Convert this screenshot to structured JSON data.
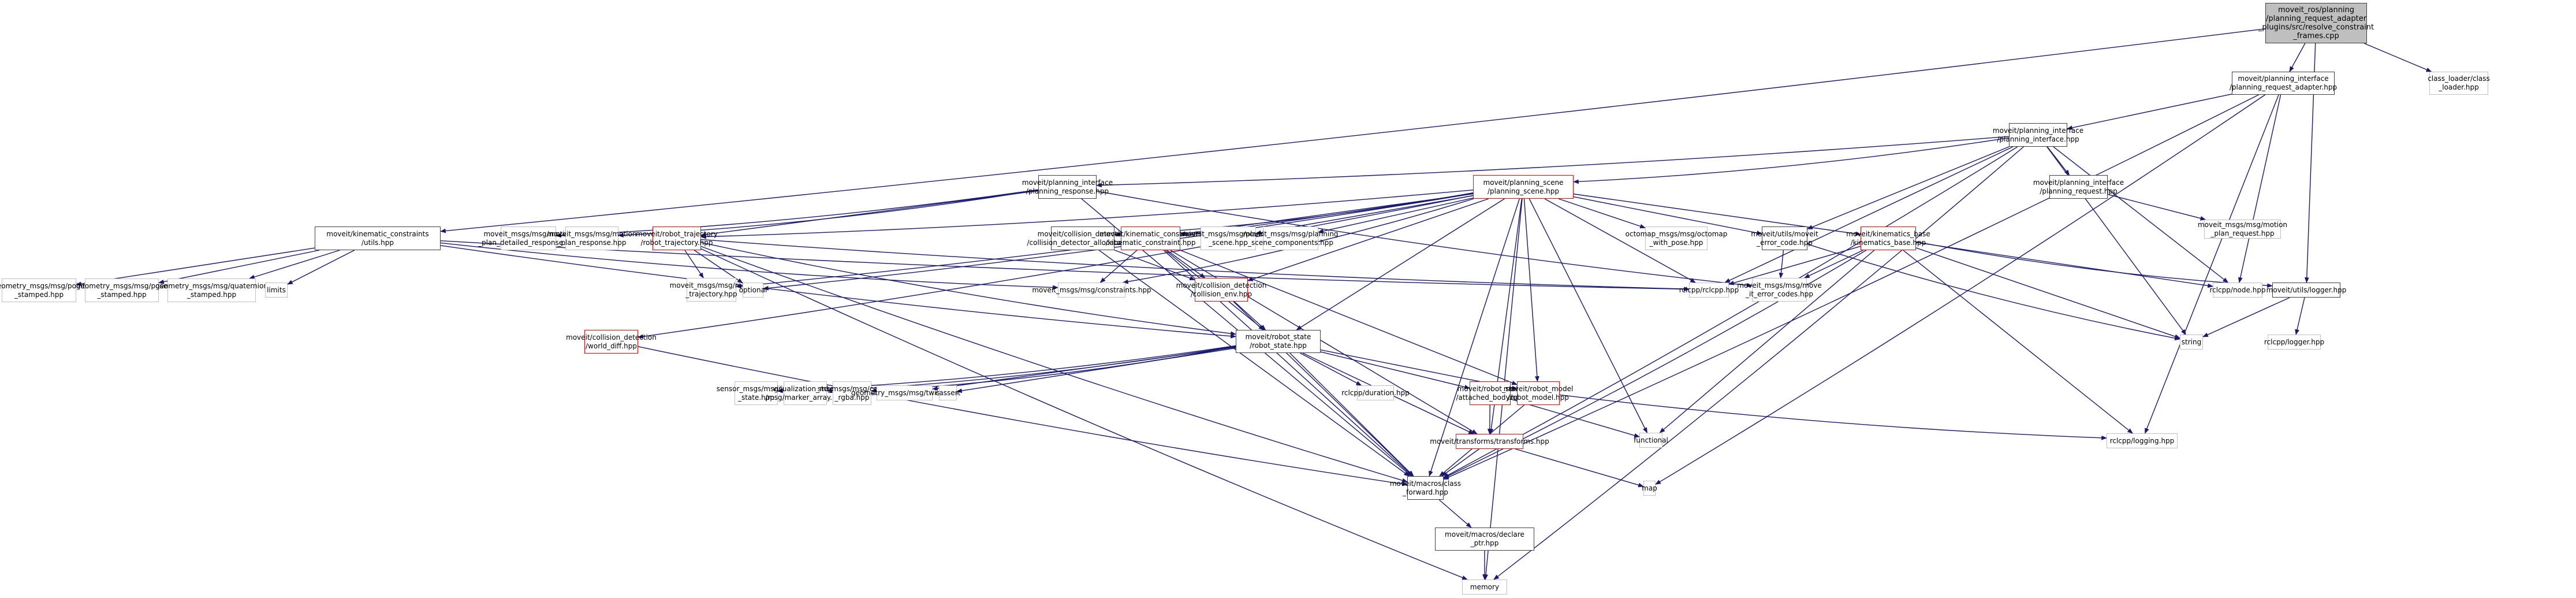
{
  "title": "Include dependency graph for resolve_constraint_frames.cpp",
  "colors": {
    "edge": "#191970",
    "root_fill": "#bfbfbf",
    "local_border": "#404040",
    "external_border": "#bfbfbf",
    "incomplete_border": "#ff0000"
  },
  "nodes": [
    {
      "id": "root",
      "label": "moveit_ros/planning\n/planning_request_adapter\n_plugins/src/resolve_constraint\n_frames.cpp",
      "kind": "root"
    },
    {
      "id": "pra",
      "label": "moveit/planning_interface\n/planning_request_adapter.hpp",
      "kind": "local"
    },
    {
      "id": "class_loader",
      "label": "class_loader/class\n_loader.hpp",
      "kind": "external"
    },
    {
      "id": "pi",
      "label": "moveit/planning_interface\n/planning_interface.hpp",
      "kind": "local"
    },
    {
      "id": "presp",
      "label": "moveit/planning_interface\n/planning_response.hpp",
      "kind": "local"
    },
    {
      "id": "ps",
      "label": "moveit/planning_scene\n/planning_scene.hpp",
      "kind": "incomplete"
    },
    {
      "id": "preq",
      "label": "moveit/planning_interface\n/planning_request.hpp",
      "kind": "local"
    },
    {
      "id": "kc_utils",
      "label": "moveit/kinematic_constraints\n/utils.hpp",
      "kind": "local"
    },
    {
      "id": "gm_point",
      "label": "geometry_msgs/msg/point\n_stamped.hpp",
      "kind": "external"
    },
    {
      "id": "gm_pose",
      "label": "geometry_msgs/msg/pose\n_stamped.hpp",
      "kind": "external"
    },
    {
      "id": "gm_quat",
      "label": "geometry_msgs/msg/quaternion\n_stamped.hpp",
      "kind": "external"
    },
    {
      "id": "limits",
      "label": "limits",
      "kind": "external"
    },
    {
      "id": "mm_mpdr",
      "label": "moveit_msgs/msg/motion\n_plan_detailed_response.hpp",
      "kind": "external"
    },
    {
      "id": "mm_mpr",
      "label": "moveit_msgs/msg/motion\n_plan_response.hpp",
      "kind": "external"
    },
    {
      "id": "rt",
      "label": "moveit/robot_trajectory\n/robot_trajectory.hpp",
      "kind": "incomplete"
    },
    {
      "id": "cda",
      "label": "moveit/collision_detection\n/collision_detector_allocator.hpp",
      "kind": "local"
    },
    {
      "id": "kc",
      "label": "moveit/kinematic_constraints\n/kinematic_constraint.hpp",
      "kind": "incomplete"
    },
    {
      "id": "mm_ps",
      "label": "moveit_msgs/msg/planning\n_scene.hpp",
      "kind": "external"
    },
    {
      "id": "mm_psc",
      "label": "moveit_msgs/msg/planning\n_scene_components.hpp",
      "kind": "external"
    },
    {
      "id": "octo",
      "label": "octomap_msgs/msg/octomap\n_with_pose.hpp",
      "kind": "external"
    },
    {
      "id": "err",
      "label": "moveit/utils/moveit\n_error_code.hpp",
      "kind": "local"
    },
    {
      "id": "kb",
      "label": "moveit/kinematics_base\n/kinematics_base.hpp",
      "kind": "incomplete"
    },
    {
      "id": "mm_mpreq",
      "label": "moveit_msgs/msg/motion\n_plan_request.hpp",
      "kind": "external"
    },
    {
      "id": "mm_rt",
      "label": "moveit_msgs/msg/robot\n_trajectory.hpp",
      "kind": "external"
    },
    {
      "id": "optional",
      "label": "optional",
      "kind": "external"
    },
    {
      "id": "mm_con",
      "label": "moveit_msgs/msg/constraints.hpp",
      "kind": "external"
    },
    {
      "id": "ce",
      "label": "moveit/collision_detection\n/collision_env.hpp",
      "kind": "incomplete"
    },
    {
      "id": "rclcpp",
      "label": "rclcpp/rclcpp.hpp",
      "kind": "external"
    },
    {
      "id": "mm_err",
      "label": "moveit_msgs/msg/move\n_it_error_codes.hpp",
      "kind": "external"
    },
    {
      "id": "node",
      "label": "rclcpp/node.hpp",
      "kind": "external"
    },
    {
      "id": "logger",
      "label": "moveit/utils/logger.hpp",
      "kind": "local"
    },
    {
      "id": "string",
      "label": "string",
      "kind": "external"
    },
    {
      "id": "rcl_logger",
      "label": "rclcpp/logger.hpp",
      "kind": "external"
    },
    {
      "id": "wd",
      "label": "moveit/collision_detection\n/world_diff.hpp",
      "kind": "incomplete"
    },
    {
      "id": "rs",
      "label": "moveit/robot_state\n/robot_state.hpp",
      "kind": "local"
    },
    {
      "id": "sm_js",
      "label": "sensor_msgs/msg/joint\n_state.hpp",
      "kind": "external"
    },
    {
      "id": "vm",
      "label": "visualization_msgs\n/msg/marker_array.hpp",
      "kind": "external"
    },
    {
      "id": "std_color",
      "label": "std_msgs/msg/color\n_rgba.hpp",
      "kind": "external"
    },
    {
      "id": "gm_twist",
      "label": "geometry_msgs/msg/twist.hpp",
      "kind": "external"
    },
    {
      "id": "cassert",
      "label": "cassert",
      "kind": "external"
    },
    {
      "id": "duration",
      "label": "rclcpp/duration.hpp",
      "kind": "external"
    },
    {
      "id": "ab",
      "label": "moveit/robot_state\n/attached_body.hpp",
      "kind": "incomplete"
    },
    {
      "id": "rm",
      "label": "moveit/robot_model\n/robot_model.hpp",
      "kind": "incomplete"
    },
    {
      "id": "functional",
      "label": "functional",
      "kind": "external"
    },
    {
      "id": "logging",
      "label": "rclcpp/logging.hpp",
      "kind": "external"
    },
    {
      "id": "tf",
      "label": "moveit/transforms/transforms.hpp",
      "kind": "incomplete"
    },
    {
      "id": "cf",
      "label": "moveit/macros/class\n_forward.hpp",
      "kind": "local"
    },
    {
      "id": "map",
      "label": "map",
      "kind": "external"
    },
    {
      "id": "dp",
      "label": "moveit/macros/declare\n_ptr.hpp",
      "kind": "local"
    },
    {
      "id": "memory",
      "label": "memory",
      "kind": "external"
    }
  ],
  "edges": [
    [
      "root",
      "pra"
    ],
    [
      "root",
      "class_loader"
    ],
    [
      "root",
      "kc_utils"
    ],
    [
      "root",
      "logger"
    ],
    [
      "pra",
      "pi"
    ],
    [
      "pra",
      "cf"
    ],
    [
      "pra",
      "node"
    ],
    [
      "pra",
      "logging"
    ],
    [
      "pra",
      "map"
    ],
    [
      "pi",
      "presp"
    ],
    [
      "pi",
      "ps"
    ],
    [
      "pi",
      "preq"
    ],
    [
      "pi",
      "err"
    ],
    [
      "pi",
      "cf"
    ],
    [
      "pi",
      "string"
    ],
    [
      "pi",
      "node"
    ],
    [
      "pi",
      "rclcpp"
    ],
    [
      "pi",
      "memory"
    ],
    [
      "preq",
      "mm_mpreq"
    ],
    [
      "presp",
      "mm_mpdr"
    ],
    [
      "presp",
      "mm_mpr"
    ],
    [
      "presp",
      "rt"
    ],
    [
      "presp",
      "cf"
    ],
    [
      "presp",
      "mm_err"
    ],
    [
      "ps",
      "rt"
    ],
    [
      "ps",
      "cda"
    ],
    [
      "ps",
      "kc"
    ],
    [
      "ps",
      "mm_ps"
    ],
    [
      "ps",
      "mm_psc"
    ],
    [
      "ps",
      "octo"
    ],
    [
      "ps",
      "err"
    ],
    [
      "ps",
      "kb"
    ],
    [
      "ps",
      "mm_rt"
    ],
    [
      "ps",
      "optional"
    ],
    [
      "ps",
      "ce"
    ],
    [
      "ps",
      "rclcpp"
    ],
    [
      "ps",
      "wd"
    ],
    [
      "ps",
      "rs"
    ],
    [
      "ps",
      "tf"
    ],
    [
      "ps",
      "rm"
    ],
    [
      "ps",
      "functional"
    ],
    [
      "ps",
      "cf"
    ],
    [
      "ps",
      "memory"
    ],
    [
      "ps",
      "mm_con"
    ],
    [
      "kc_utils",
      "gm_point"
    ],
    [
      "kc_utils",
      "gm_pose"
    ],
    [
      "kc_utils",
      "gm_quat"
    ],
    [
      "kc_utils",
      "limits"
    ],
    [
      "kc_utils",
      "rs"
    ],
    [
      "kc_utils",
      "rclcpp"
    ],
    [
      "kc_utils",
      "mm_con"
    ],
    [
      "rt",
      "mm_rt"
    ],
    [
      "rt",
      "optional"
    ],
    [
      "rt",
      "rs"
    ],
    [
      "rt",
      "cf"
    ],
    [
      "rt",
      "memory"
    ],
    [
      "rt",
      "rclcpp"
    ],
    [
      "cda",
      "ce"
    ],
    [
      "cda",
      "cf"
    ],
    [
      "kc",
      "mm_con"
    ],
    [
      "kc",
      "ce"
    ],
    [
      "kc",
      "rs"
    ],
    [
      "kc",
      "rm"
    ],
    [
      "kc",
      "tf"
    ],
    [
      "kc",
      "cf"
    ],
    [
      "err",
      "mm_err"
    ],
    [
      "err",
      "string"
    ],
    [
      "kb",
      "mm_err"
    ],
    [
      "kb",
      "node"
    ],
    [
      "kb",
      "logger"
    ],
    [
      "kb",
      "string"
    ],
    [
      "kb",
      "functional"
    ],
    [
      "kb",
      "logging"
    ],
    [
      "kb",
      "cf"
    ],
    [
      "kb",
      "rclcpp"
    ],
    [
      "logger",
      "string"
    ],
    [
      "logger",
      "rcl_logger"
    ],
    [
      "ce",
      "rs"
    ],
    [
      "ce",
      "cf"
    ],
    [
      "wd",
      "cf"
    ],
    [
      "rs",
      "sm_js"
    ],
    [
      "rs",
      "vm"
    ],
    [
      "rs",
      "std_color"
    ],
    [
      "rs",
      "gm_twist"
    ],
    [
      "rs",
      "cassert"
    ],
    [
      "rs",
      "duration"
    ],
    [
      "rs",
      "ab"
    ],
    [
      "rs",
      "rm"
    ],
    [
      "rs",
      "tf"
    ],
    [
      "rs",
      "cf"
    ],
    [
      "ab",
      "tf"
    ],
    [
      "ab",
      "functional"
    ],
    [
      "rm",
      "cf"
    ],
    [
      "rm",
      "logging"
    ],
    [
      "tf",
      "cf"
    ],
    [
      "tf",
      "map"
    ],
    [
      "cf",
      "dp"
    ],
    [
      "dp",
      "memory"
    ]
  ]
}
